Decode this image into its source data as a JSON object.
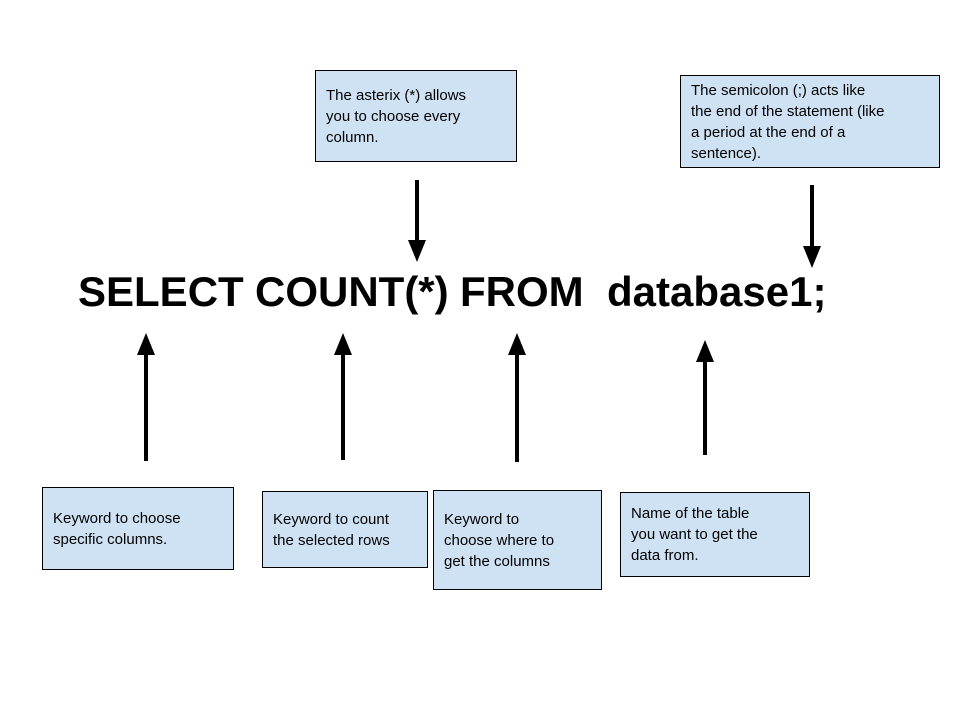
{
  "diagram": {
    "statement": {
      "full_text": "SELECT COUNT(*) FROM database1;",
      "tokens": [
        {
          "text": "SELECT"
        },
        {
          "text": "COUNT(*)"
        },
        {
          "text": "FROM"
        },
        {
          "text": "database1;"
        }
      ]
    },
    "callouts": {
      "asterisk": {
        "text": "The asterix (*) allows\nyou to choose every\ncolumn.",
        "points_to": "COUNT(*) asterisk",
        "direction": "down"
      },
      "semicolon": {
        "text": "The semicolon (;) acts like\nthe end of the statement (like\na period at the end of a\nsentence).",
        "points_to": "semicolon",
        "direction": "down"
      },
      "select": {
        "text": "Keyword to choose\nspecific columns.",
        "points_to": "SELECT",
        "direction": "up"
      },
      "count": {
        "text": "Keyword to count\nthe selected rows",
        "points_to": "COUNT(*)",
        "direction": "up"
      },
      "from": {
        "text": "Keyword to\nchoose where to\nget the columns",
        "points_to": "FROM",
        "direction": "up"
      },
      "table": {
        "text": "Name of the table\nyou want to get the\ndata from.",
        "points_to": "database1",
        "direction": "up"
      }
    },
    "colors": {
      "background": "#ffffff",
      "callout_fill": "#cfe2f3",
      "callout_border": "#000000",
      "arrow": "#000000",
      "text": "#000000"
    }
  }
}
